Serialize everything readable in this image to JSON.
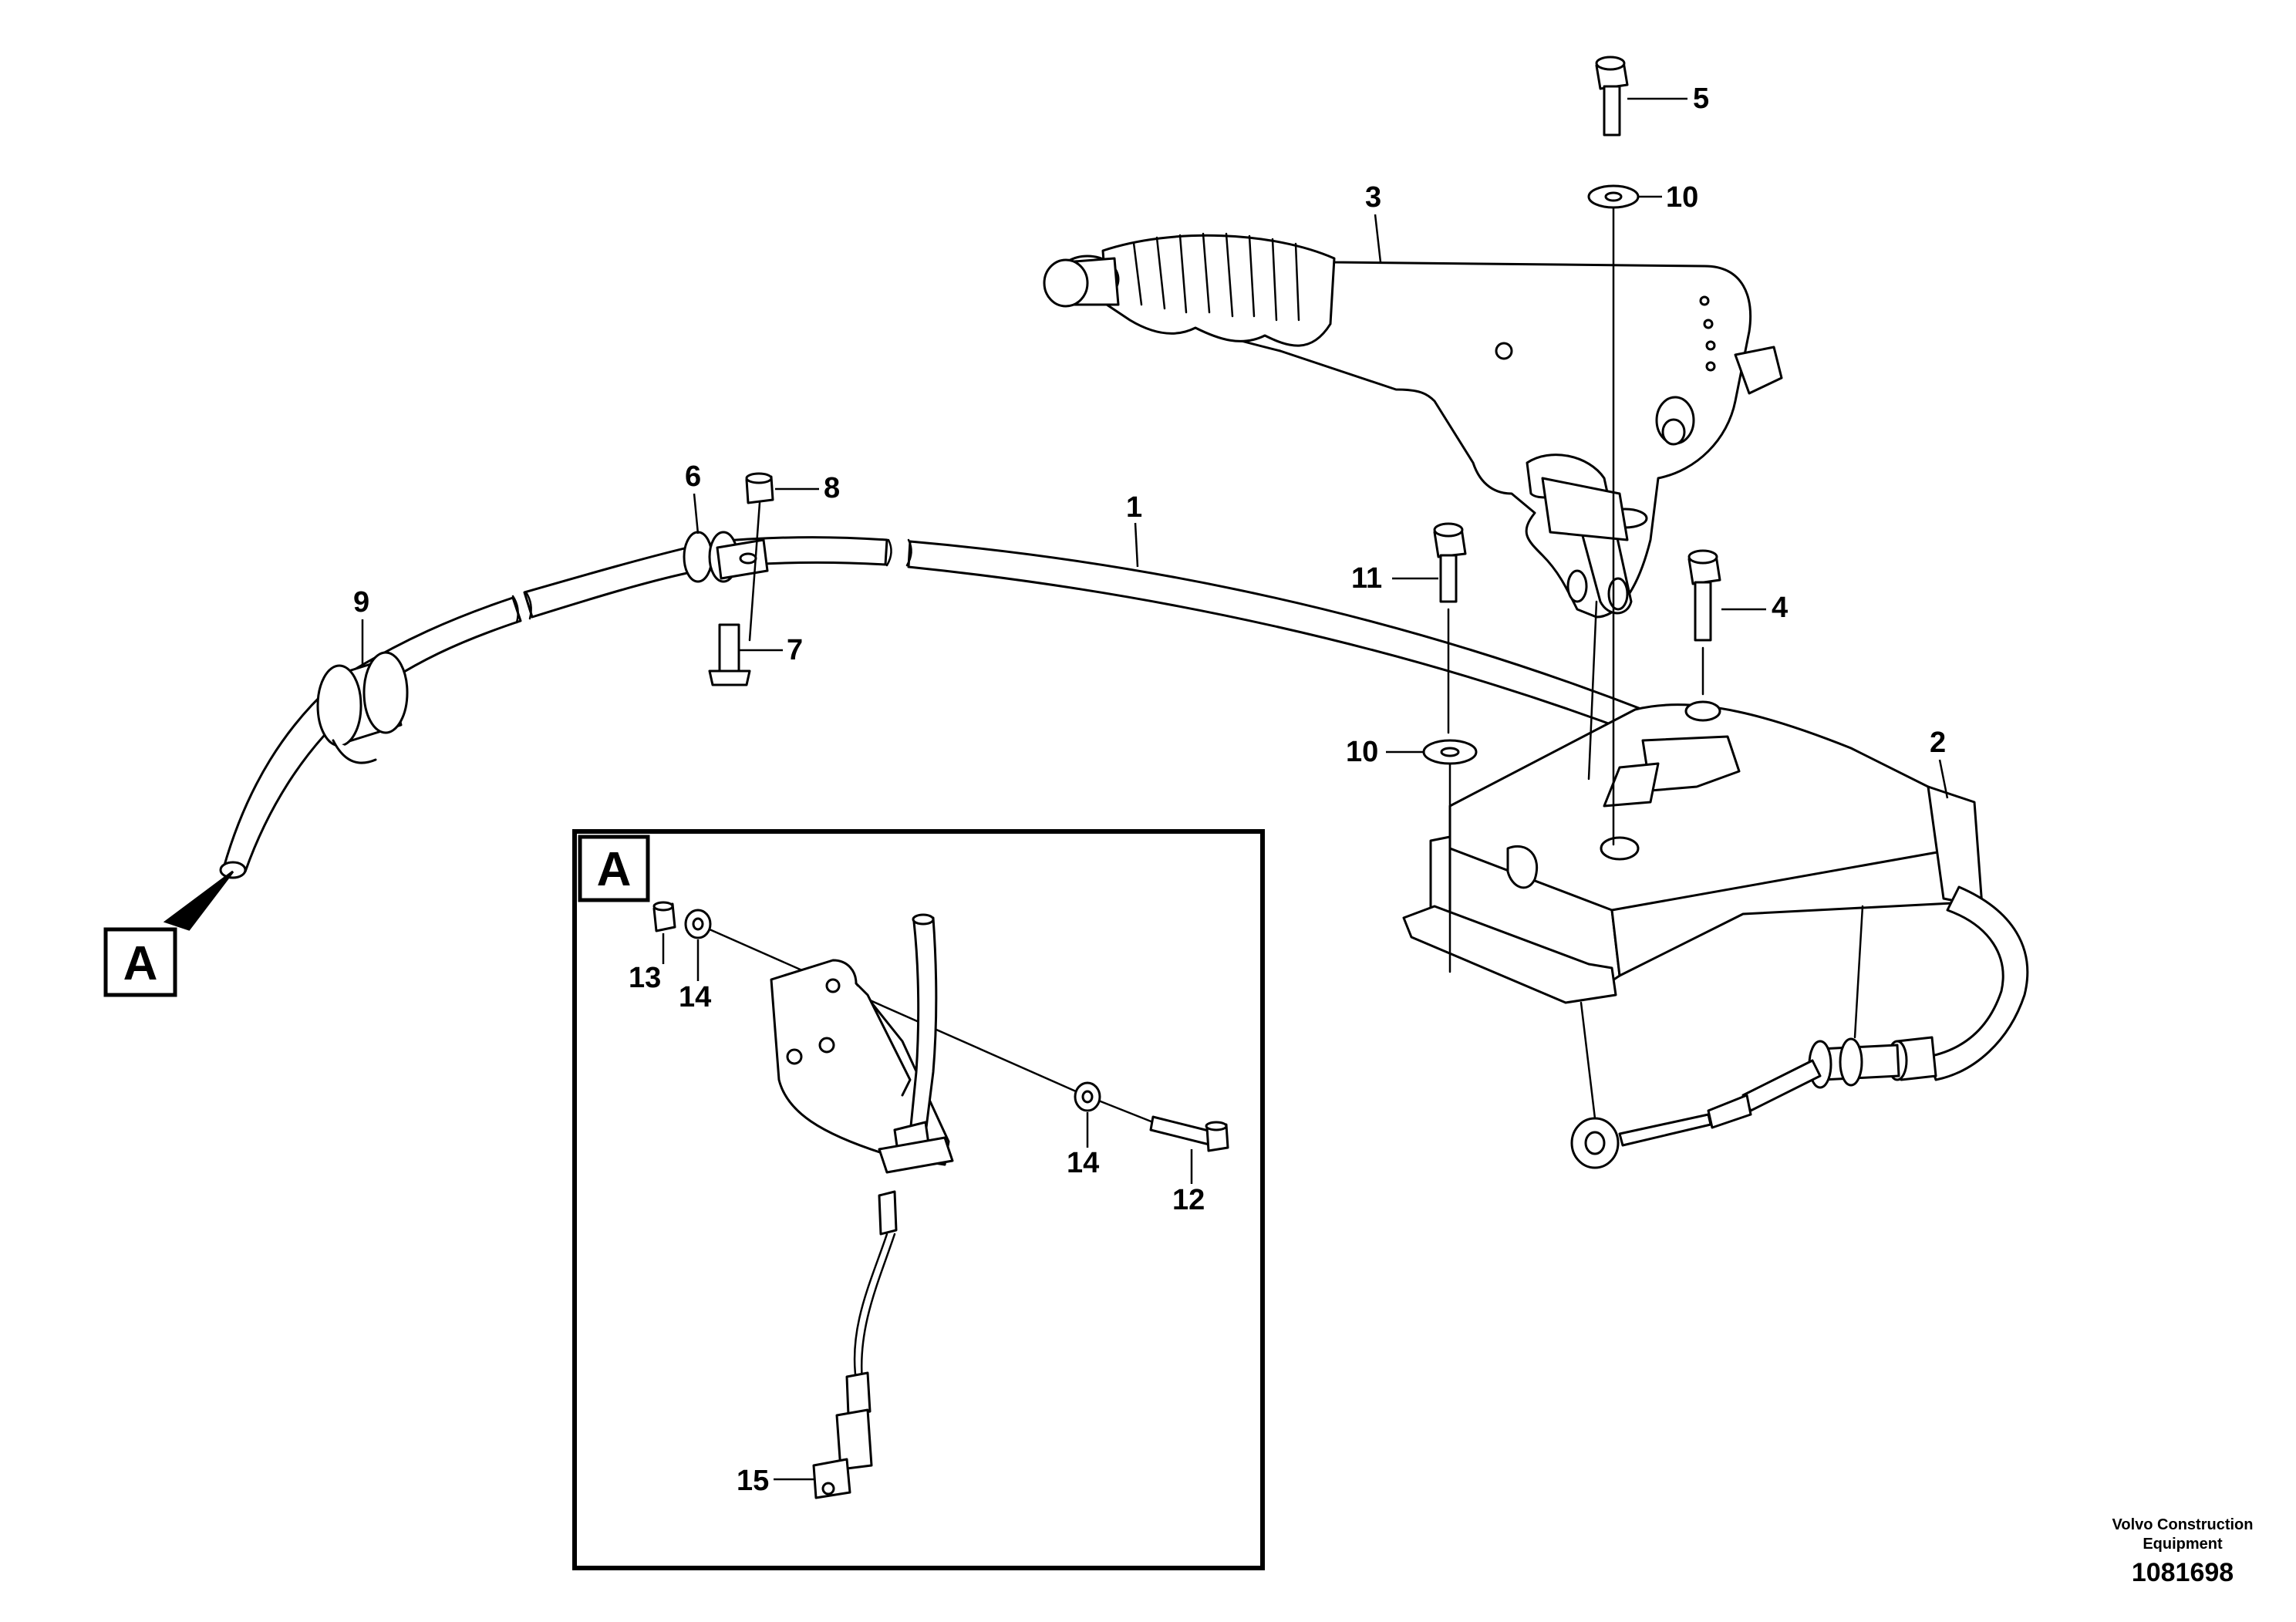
{
  "callouts": [
    {
      "id": "c1",
      "text": "1"
    },
    {
      "id": "c2",
      "text": "2"
    },
    {
      "id": "c3",
      "text": "3"
    },
    {
      "id": "c4",
      "text": "4"
    },
    {
      "id": "c5",
      "text": "5"
    },
    {
      "id": "c6",
      "text": "6"
    },
    {
      "id": "c7",
      "text": "7"
    },
    {
      "id": "c8",
      "text": "8"
    },
    {
      "id": "c9",
      "text": "9"
    },
    {
      "id": "c10a",
      "text": "10"
    },
    {
      "id": "c10b",
      "text": "10"
    },
    {
      "id": "c11",
      "text": "11"
    },
    {
      "id": "c12",
      "text": "12"
    },
    {
      "id": "c13",
      "text": "13"
    },
    {
      "id": "c14a",
      "text": "14"
    },
    {
      "id": "c14b",
      "text": "14"
    },
    {
      "id": "c15",
      "text": "15"
    }
  ],
  "detail_tag": "A",
  "detail_inset_tag": "A",
  "credit": {
    "line1": "Volvo Construction",
    "line2": "Equipment",
    "doc_number": "1081698"
  }
}
